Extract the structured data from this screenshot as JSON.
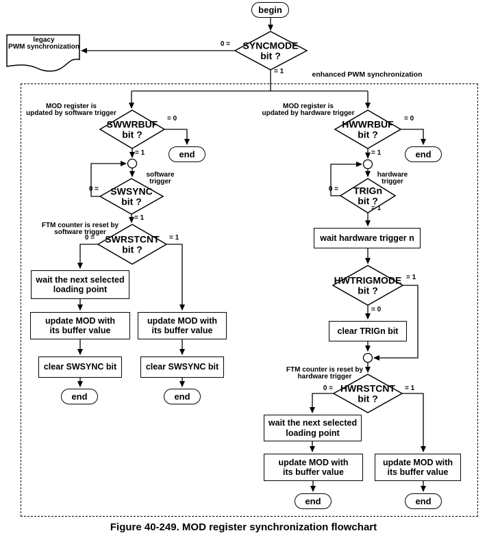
{
  "figure": {
    "caption": "Figure 40-249. MOD register synchronization flowchart",
    "region_label": "enhanced PWM synchronization"
  },
  "labels": {
    "zero_eq": "0 =",
    "eq_zero": "= 0",
    "eq_one": "= 1"
  },
  "nodes": {
    "begin": "begin",
    "end": "end",
    "syncmode": "SYNCMODE\nbit ?",
    "legacy": "legacy\nPWM synchronization",
    "swwrbuf": "SWWRBUF\nbit ?",
    "swsync": "SWSYNC\nbit ?",
    "swrstcnt": "SWRSTCNT\nbit ?",
    "hwwrbuf": "HWWRBUF\nbit ?",
    "trign": "TRIGn\nbit ?",
    "hwtrigmode": "HWTRIGMODE\nbit ?",
    "hwrstcnt": "HWRSTCNT\nbit ?",
    "wait_loading": "wait the next selected\nloading point",
    "update_mod": "update MOD with\nits buffer value",
    "clear_swsync": "clear SWSYNC bit",
    "wait_hw_trigger": "wait hardware trigger n",
    "clear_trign": "clear TRIGn bit"
  },
  "notes": {
    "sw_update": "MOD register is\nupdated by software trigger",
    "hw_update": "MOD register is\nupdated by hardware trigger",
    "sw_trigger": "software\ntrigger",
    "hw_trigger": "hardware\ntrigger",
    "sw_reset": "FTM counter is reset by\nsoftware trigger",
    "hw_reset": "FTM counter is reset by\nhardware trigger"
  }
}
